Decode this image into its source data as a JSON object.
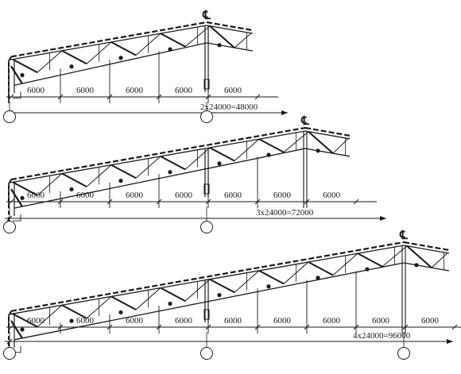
{
  "diagram": {
    "centerline_symbol": "℄",
    "figures": [
      {
        "panel_labels": [
          "6000",
          "6000",
          "6000",
          "6000",
          "6000"
        ],
        "span_label": "2x24000=48000"
      },
      {
        "panel_labels": [
          "6000",
          "6000",
          "6000",
          "6000",
          "6000",
          "6000",
          "6000"
        ],
        "span_label": "3x24000=72000"
      },
      {
        "panel_labels": [
          "6000",
          "6000",
          "6000",
          "6000",
          "6000",
          "6000",
          "6000",
          "6000",
          "6000"
        ],
        "span_label": "4x24000=96000"
      }
    ]
  }
}
